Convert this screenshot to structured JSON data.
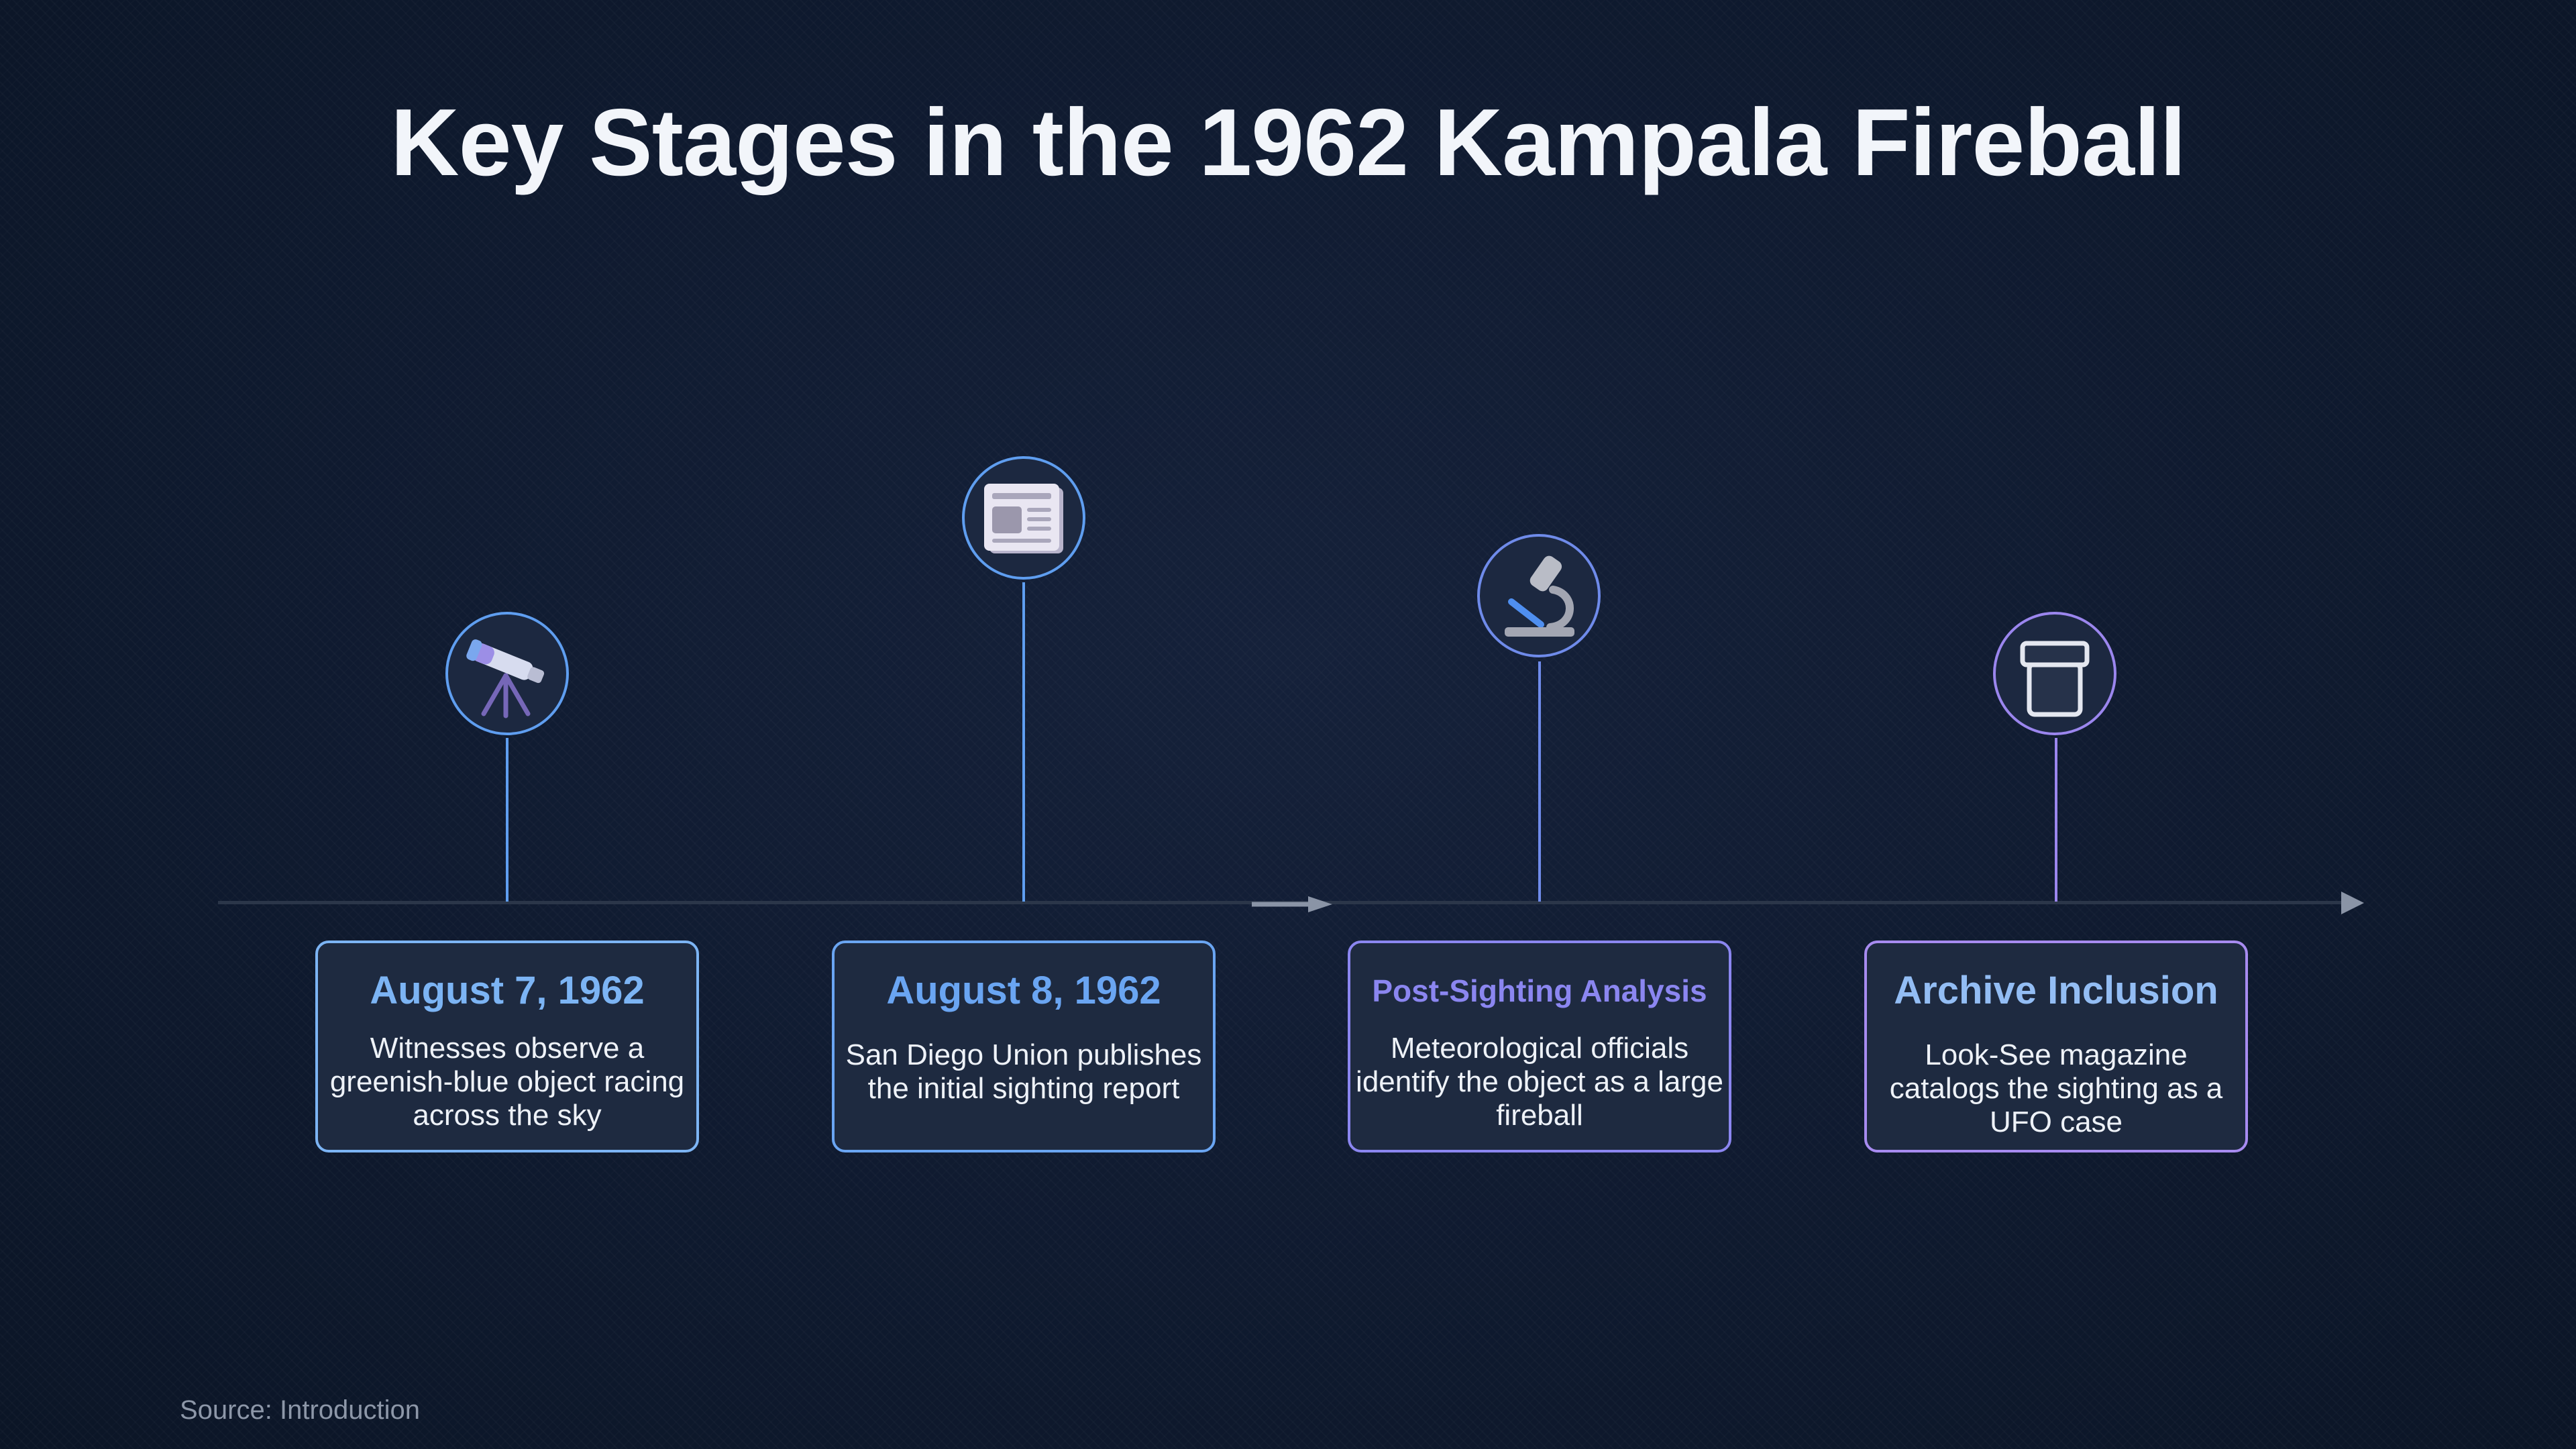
{
  "title": "Key Stages in the 1962 Kampala Fireball",
  "colors": {
    "blue_accent": "#7cb4f4",
    "blue_line": "#5f9ef0",
    "violet_accent": "#8b86f0",
    "purple_accent": "#a78bf0",
    "axis": "#2b3649"
  },
  "timeline": [
    {
      "date": "August 7, 1962",
      "description": "Witnesses observe a greenish-blue object racing across the sky",
      "icon": "telescope-icon"
    },
    {
      "date": "August 8, 1962",
      "description": "San Diego Union publishes the initial sighting report",
      "icon": "newspaper-icon"
    },
    {
      "date": "Post-Sighting Analysis",
      "description": "Meteorological officials identify the object as a large fireball",
      "icon": "microscope-icon"
    },
    {
      "date": "Archive Inclusion",
      "description": "Look-See magazine catalogs the sighting as a UFO case",
      "icon": "archive-box-icon"
    }
  ],
  "source": "Source: Introduction"
}
